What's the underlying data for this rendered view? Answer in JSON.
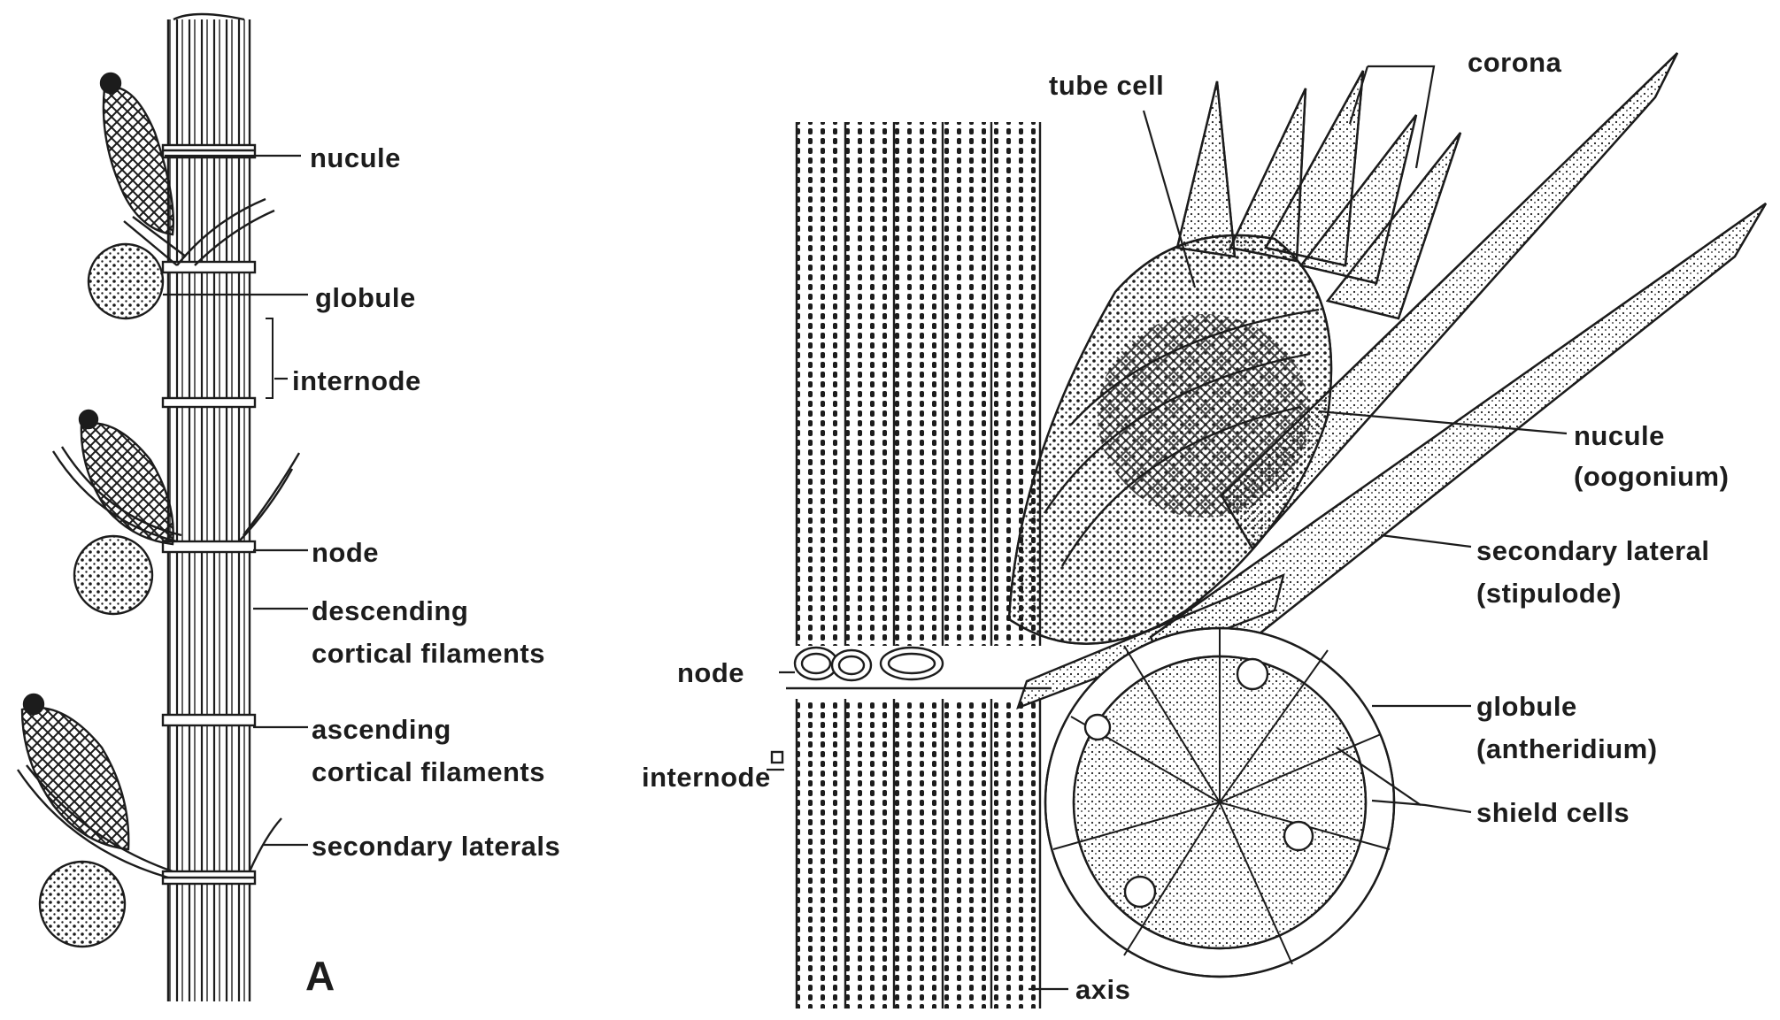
{
  "panel_a": {
    "letter": "A",
    "labels": {
      "nucule": "nucule",
      "globule": "globule",
      "internode": "internode",
      "node": "node",
      "descending_1": "descending",
      "descending_2": "cortical filaments",
      "ascending_1": "ascending",
      "ascending_2": "cortical filaments",
      "secondary_laterals": "secondary laterals"
    }
  },
  "panel_b": {
    "labels": {
      "tube_cell": "tube cell",
      "corona": "corona",
      "nucule_1": "nucule",
      "nucule_2": "(oogonium)",
      "secondary_lateral_1": "secondary lateral",
      "secondary_lateral_2": "(stipulode)",
      "globule_1": "globule",
      "globule_2": "(antheridium)",
      "shield_cells": "shield cells",
      "node": "node",
      "internode": "internode",
      "axis": "axis"
    }
  },
  "colors": {
    "ink": "#1c1c1c",
    "paper": "#ffffff"
  }
}
